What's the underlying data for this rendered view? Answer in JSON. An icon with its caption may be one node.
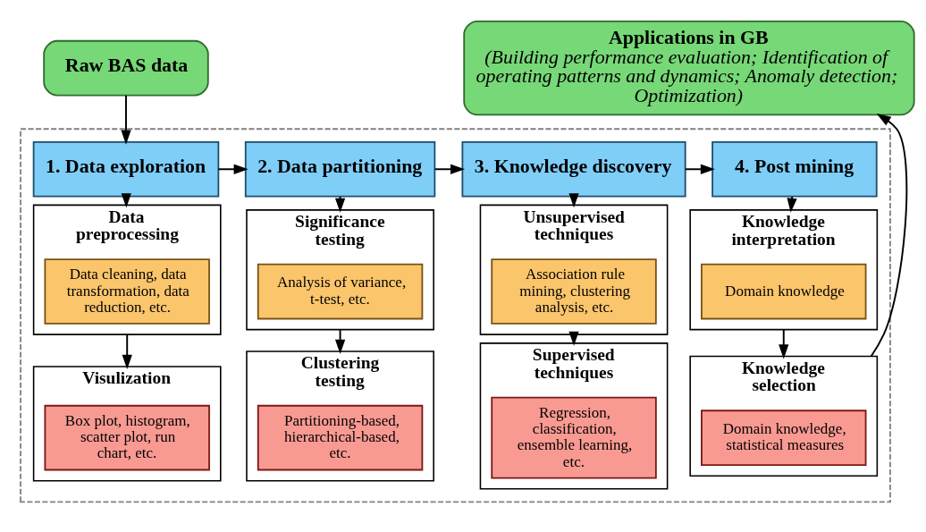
{
  "diagram": {
    "nodes": [
      {
        "text": [
          "Raw BAS data"
        ]
      },
      {
        "text": [
          "Applications in GB",
          "(Building performance evaluation; Identification of operating patterns and dynamics; Anomaly detection; Optimization)"
        ]
      },
      {
        "text": [],
        "shape": "box"
      },
      {
        "text": [
          "1. Data exploration"
        ],
        "in": 2
      },
      {
        "text": [
          "2. Data partitioning"
        ],
        "in": 2
      },
      {
        "text": [
          "3. Knowledge discovery"
        ],
        "in": 2
      },
      {
        "text": [
          "4. Post mining"
        ],
        "in": 2
      },
      {
        "text": [
          "Data preprocessing"
        ],
        "in": 2
      },
      {
        "text": [
          "Data cleaning, data transformation, data reduction, etc."
        ],
        "in": 7
      },
      {
        "text": [
          "Visulization"
        ],
        "in": 2
      },
      {
        "text": [
          "Box plot, histogram, scatter plot, run chart, etc."
        ],
        "in": 9
      },
      {
        "text": [
          "Significance testing"
        ],
        "in": 2
      },
      {
        "text": [
          "Analysis of variance, t-test, etc."
        ],
        "in": 11
      },
      {
        "text": [
          "Clustering testing"
        ],
        "in": 2
      },
      {
        "text": [
          "Partitioning-based, hierarchical-based, etc."
        ],
        "in": 13
      },
      {
        "text": [
          "Unsupervised techniques"
        ],
        "in": 2
      },
      {
        "text": [
          "Association rule mining, clustering analysis, etc."
        ],
        "in": 15
      },
      {
        "text": [
          "Supervised techniques"
        ],
        "in": 2
      },
      {
        "text": [
          "Regression, classification, ensemble learning, etc."
        ],
        "in": 17
      },
      {
        "text": [
          "Knowledge interpretation"
        ],
        "in": 2
      },
      {
        "text": [
          "Domain knowledge"
        ],
        "in": 19
      },
      {
        "text": [
          "Knowledge selection"
        ],
        "in": 2
      },
      {
        "text": [
          "Domain knowledge, statistical measures"
        ],
        "in": 21
      }
    ],
    "edges": [
      {
        "from": 0,
        "to": 3,
        "arrow": "to"
      },
      {
        "from": 3,
        "to": 4,
        "arrow": "to"
      },
      {
        "from": 4,
        "to": 5,
        "arrow": "to"
      },
      {
        "from": 5,
        "to": 6,
        "arrow": "to"
      },
      {
        "from": 3,
        "to": 7,
        "arrow": "to"
      },
      {
        "from": 7,
        "to": 9,
        "arrow": "to"
      },
      {
        "from": 4,
        "to": 11,
        "arrow": "to"
      },
      {
        "from": 11,
        "to": 13,
        "arrow": "to"
      },
      {
        "from": 5,
        "to": 15,
        "arrow": "to"
      },
      {
        "from": 15,
        "to": 17,
        "arrow": "to"
      },
      {
        "from": 6,
        "to": 19,
        "arrow": "to"
      },
      {
        "from": 19,
        "to": 21,
        "arrow": "to"
      },
      {
        "from": 21,
        "to": 1,
        "arrow": "to"
      }
    ]
  }
}
